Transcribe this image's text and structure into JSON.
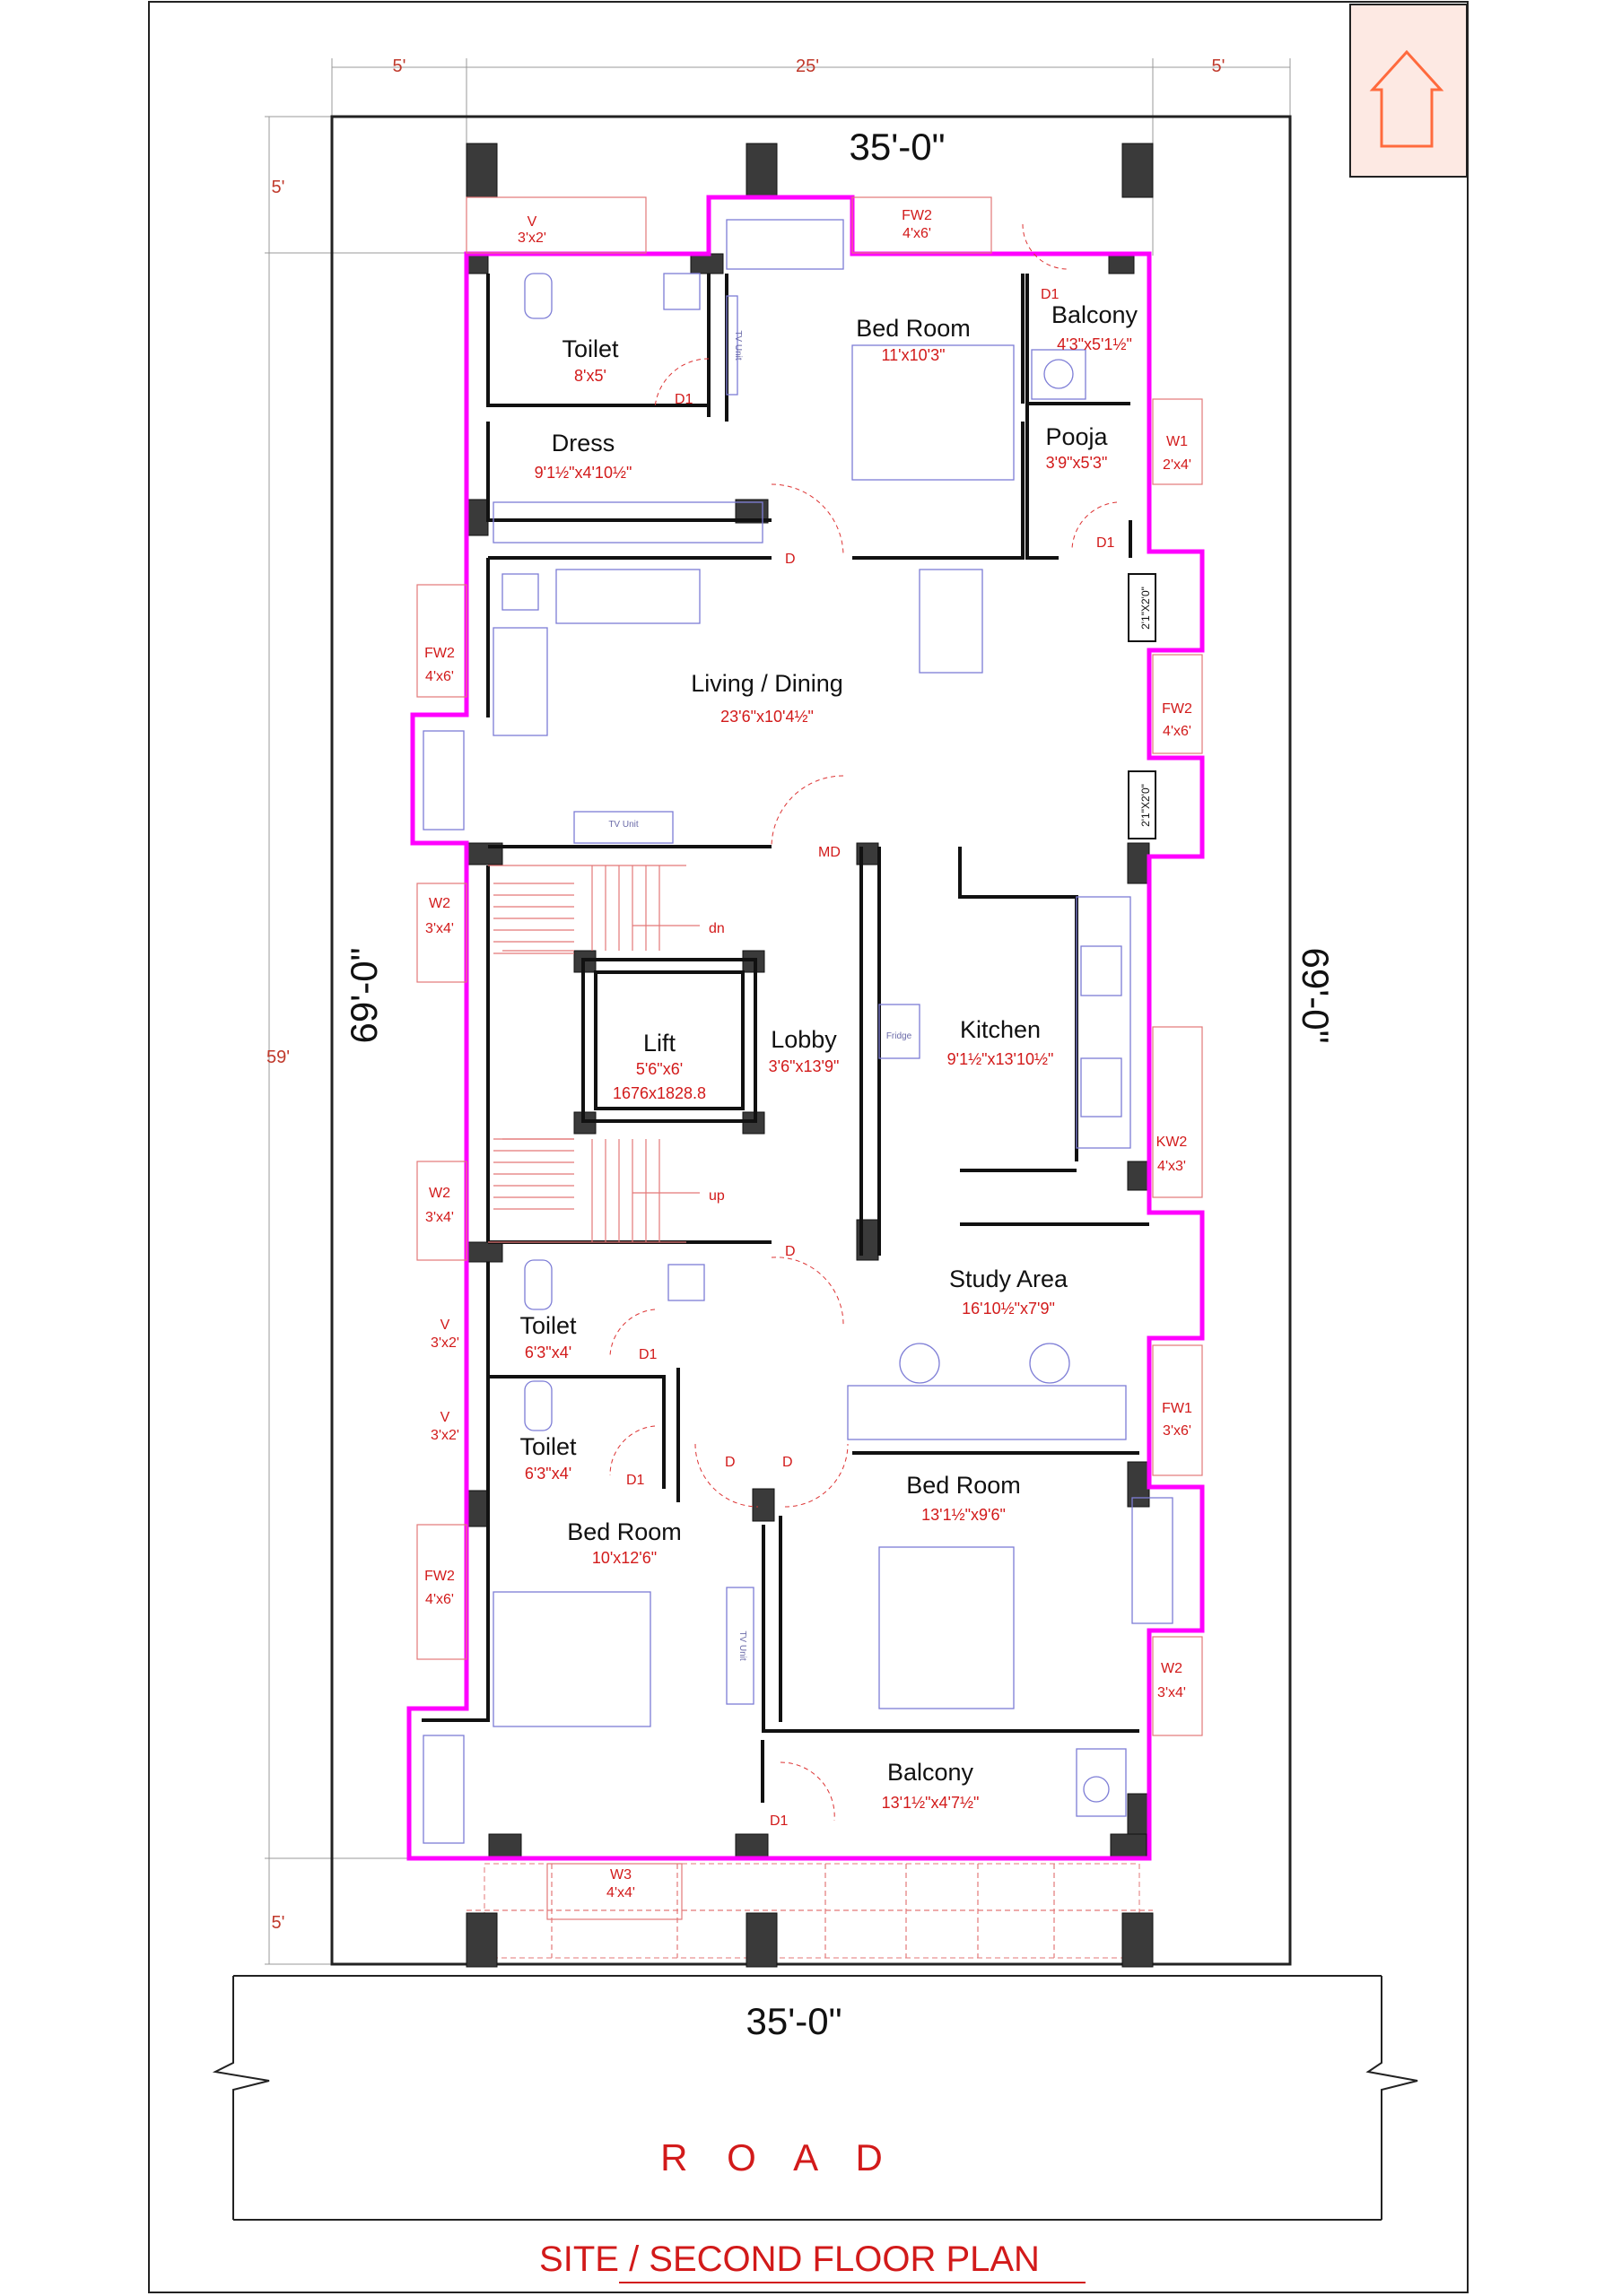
{
  "sheet": {
    "title": "SITE / SECOND FLOOR PLAN",
    "road_label": "R O A D",
    "colors": {
      "wall": "#111111",
      "outline": "#ff00ff",
      "dim_text": "#d21a1a",
      "furniture": "#7d7dd6"
    }
  },
  "overall_dims": {
    "top": "35'-0\"",
    "bottom": "35'-0\"",
    "left": "69'-0\"",
    "right": "69'-0\""
  },
  "setbacks": {
    "top_left": "5'",
    "top_mid": "25'",
    "top_right": "5'",
    "left_top": "5'",
    "left_mid": "59'",
    "left_bottom": "5'"
  },
  "rooms": {
    "toilet_top": {
      "name": "Toilet",
      "size": "8'x5'"
    },
    "bed_top": {
      "name": "Bed Room",
      "size": "11'x10'3\""
    },
    "balcony_top": {
      "name": "Balcony",
      "size": "4'3\"x5'1½\""
    },
    "dress": {
      "name": "Dress",
      "size": "9'1½\"x4'10½\""
    },
    "pooja": {
      "name": "Pooja",
      "size": "3'9\"x5'3\""
    },
    "living": {
      "name": "Living / Dining",
      "size": "23'6\"x10'4½\""
    },
    "lift": {
      "name": "Lift",
      "size": "5'6\"x6'",
      "size2": "1676x1828.8"
    },
    "lobby": {
      "name": "Lobby",
      "size": "3'6\"x13'9\""
    },
    "kitchen": {
      "name": "Kitchen",
      "size": "9'1½\"x13'10½\""
    },
    "study": {
      "name": "Study Area",
      "size": "16'10½\"x7'9\""
    },
    "toilet_mid": {
      "name": "Toilet",
      "size": "6'3\"x4'"
    },
    "toilet_low": {
      "name": "Toilet",
      "size": "6'3\"x4'"
    },
    "bed_right": {
      "name": "Bed Room",
      "size": "13'1½\"x9'6\""
    },
    "bed_left": {
      "name": "Bed Room",
      "size": "10'x12'6\""
    },
    "balcony_low": {
      "name": "Balcony",
      "size": "13'1½\"x4'7½\""
    }
  },
  "openings": {
    "v_top": {
      "tag": "V",
      "size": "3'x2'"
    },
    "fw2_top": {
      "tag": "FW2",
      "size": "4'x6'"
    },
    "w1": {
      "tag": "W1",
      "size": "2'x4'"
    },
    "fw2_left": {
      "tag": "FW2",
      "size": "4'x6'"
    },
    "fw2_right": {
      "tag": "FW2",
      "size": "4'x6'"
    },
    "w2_left_a": {
      "tag": "W2",
      "size": "3'x4'"
    },
    "w2_left_b": {
      "tag": "W2",
      "size": "3'x4'"
    },
    "kw2": {
      "tag": "KW2",
      "size": "4'x3'"
    },
    "v_mid": {
      "tag": "V",
      "size": "3'x2'"
    },
    "v_low": {
      "tag": "V",
      "size": "3'x2'"
    },
    "fw1": {
      "tag": "FW1",
      "size": "3'x6'"
    },
    "fw2_low": {
      "tag": "FW2",
      "size": "4'x6'"
    },
    "w2_right": {
      "tag": "W2",
      "size": "3'x4'"
    },
    "w3": {
      "tag": "W3",
      "size": "4'x4'"
    },
    "duct_a": "2'1\"X2'0\"",
    "duct_b": "2'1\"X2'0\""
  },
  "door_tags": {
    "d1_top": "D1",
    "d1_toilet": "D1",
    "d_living": "D",
    "d1_pooja": "D1",
    "md": "MD",
    "d_study": "D",
    "d1_mid": "D1",
    "d1_low": "D1",
    "d_left": "D",
    "d_right": "D",
    "d1_balcony": "D1"
  },
  "fixtures": {
    "tv_top": "TV Unit",
    "tv_living": "TV Unit",
    "tv_bed": "TV Unit",
    "fridge": "Fridge",
    "stair_dn": "dn",
    "stair_up": "up"
  }
}
